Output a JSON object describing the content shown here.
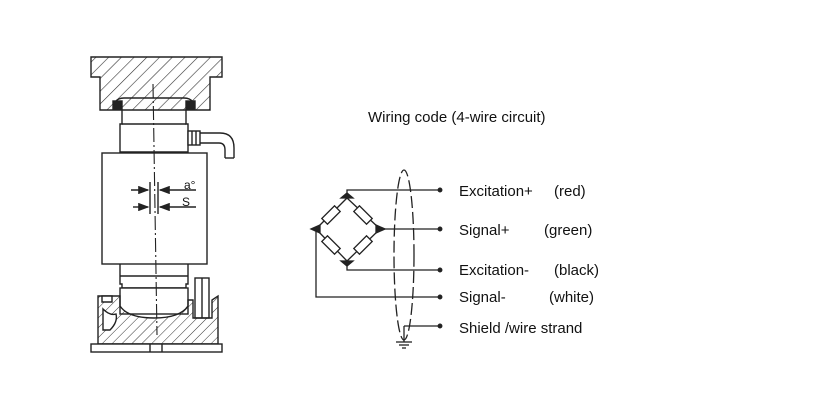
{
  "diagram": {
    "title": "Wiring code  (4-wire circuit)",
    "wires": [
      {
        "name": "Excitation+",
        "color": "(red)"
      },
      {
        "name": "Signal+",
        "color": "(green)"
      },
      {
        "name": "Excitation-",
        "color": "(black)"
      },
      {
        "name": "Signal-",
        "color": "(white)"
      },
      {
        "name": "Shield /wire strand",
        "color": ""
      }
    ],
    "sensor_labels": {
      "angle": "a°",
      "offset": "S"
    }
  },
  "colors": {
    "line": "#222222",
    "hatch": "#333333",
    "background": "#ffffff"
  }
}
